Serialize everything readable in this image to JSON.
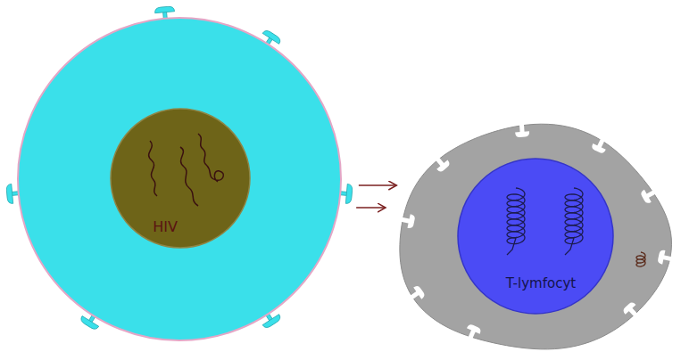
{
  "diagram": {
    "nodes": [
      {
        "text": [
          "HIV"
        ]
      },
      {
        "text": [
          "T-lymfocyt"
        ]
      }
    ],
    "edges": [
      {
        "from": 0,
        "to": 1,
        "arrow": "to"
      },
      {
        "from": 0,
        "to": 1,
        "arrow": "to"
      }
    ]
  }
}
